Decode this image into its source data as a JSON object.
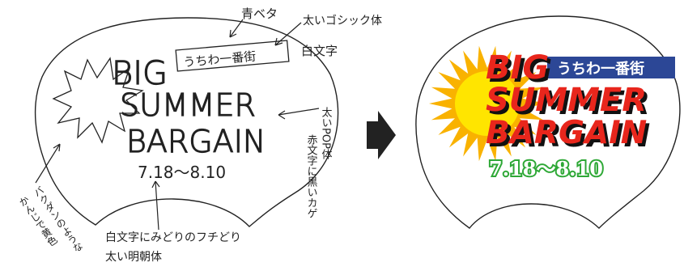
{
  "sketch": {
    "title_line1": "BIG",
    "title_line2": "SUMMER",
    "title_line3": "BARGAIN",
    "date": "7.18〜8.10",
    "box_label": "うちわ一番街",
    "note_blue_fill": "青ベタ",
    "note_gothic": "太いゴシック体",
    "note_white_text": "白文字",
    "note_pop_col1": "太いPOP体",
    "note_pop_col2": "赤文字に黒いカゲ",
    "note_burst_col1": "バクダンのような",
    "note_burst_col2": "かんじで黄色",
    "note_date_line1": "白文字にみどりのフチどり",
    "note_date_line2": "太い明朝体"
  },
  "final": {
    "title_line1": "BIG",
    "title_line2": "SUMMER",
    "title_line3": "BARGAIN",
    "label": "うちわ一番街",
    "date": "7.18〜8.10"
  },
  "colors": {
    "title_red": "#e8261c",
    "shadow": "#111111",
    "label_blue": "#2c4796",
    "burst_yellow": "#ffe500",
    "burst_orange": "#f9b200",
    "date_green": "#2ea836",
    "arrow": "#222222"
  }
}
